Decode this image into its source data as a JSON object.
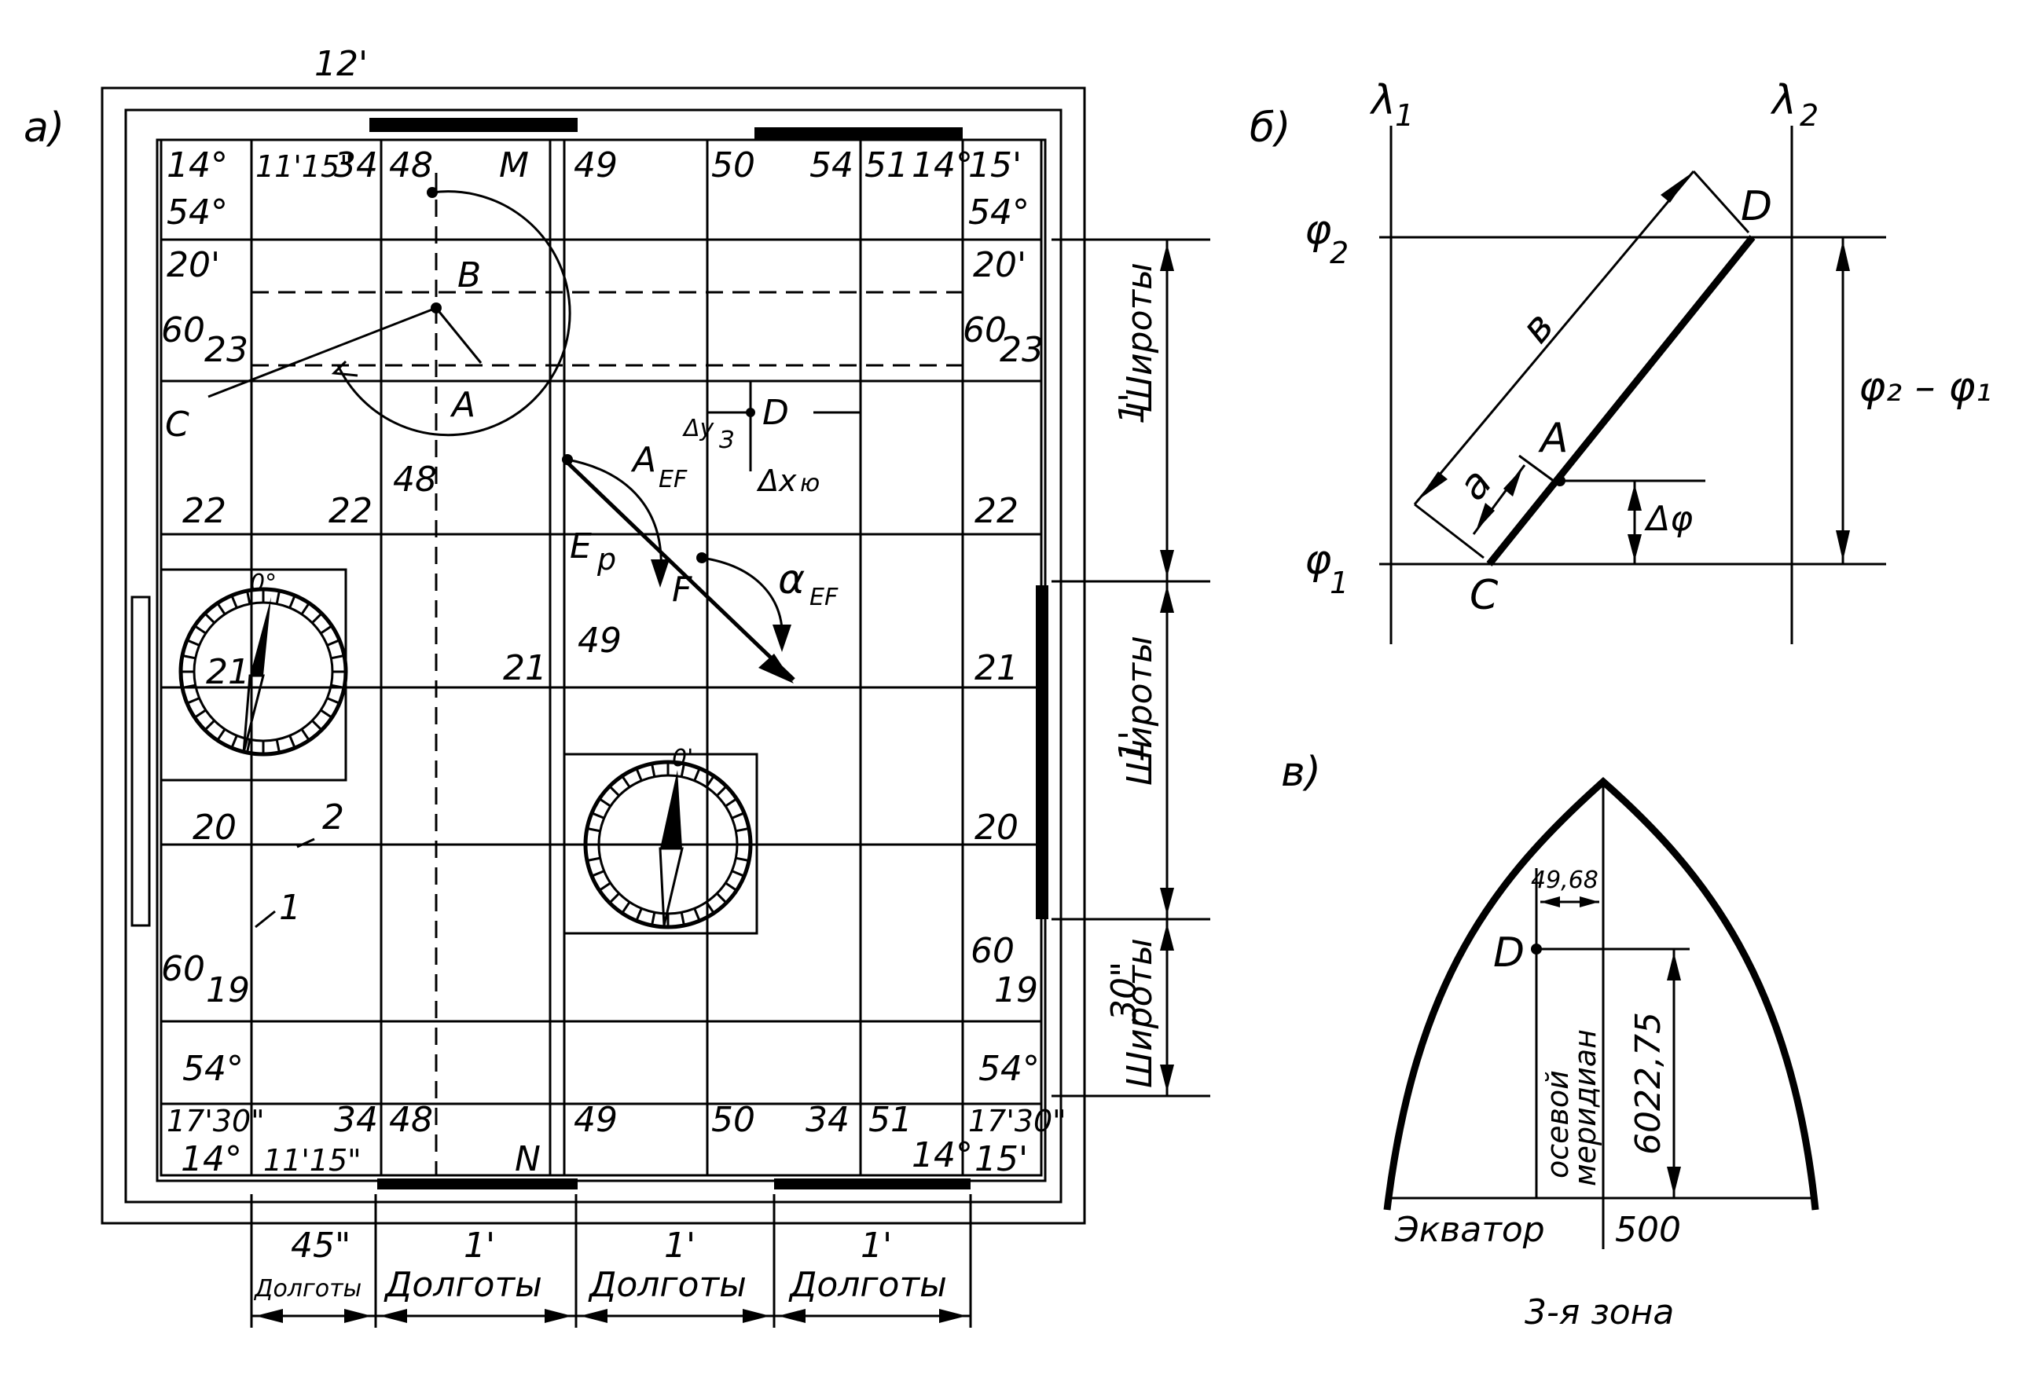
{
  "panel_a": {
    "label": "а)",
    "top_minute": "12'",
    "corner_tl": [
      "14°",
      "54°"
    ],
    "corner_tr": [
      "15'",
      "54°"
    ],
    "corner_bl": [
      "17'30\"",
      "14°"
    ],
    "corner_br": [
      "17'30\"",
      "15'"
    ],
    "top_row": [
      "11'15\"",
      "34",
      "48",
      "M",
      "49",
      "50",
      "54",
      "51",
      "14°"
    ],
    "bottom_row": [
      "11'15\"",
      "34",
      "48",
      "N",
      "49",
      "50",
      "34",
      "51",
      "14°"
    ],
    "left_col": [
      "20'",
      "60",
      "23",
      "22",
      "21",
      "20",
      "60",
      "19",
      "54°"
    ],
    "right_col": [
      "20'",
      "60",
      "23",
      "22",
      "21",
      "20",
      "60",
      "19",
      "54°"
    ],
    "inner_labels": {
      "B": "B",
      "A": "A",
      "C": "C",
      "D": "D",
      "F": "F",
      "n48": "48",
      "n22": "22",
      "n21": "21",
      "n49": "49",
      "dy": "Δy",
      "dy_sub": "З",
      "dx": "Δx",
      "dx_sub": "ю",
      "aef": "A",
      "aef_sub": "EF",
      "ep": "E",
      "ep_sub": "р",
      "alpha": "α",
      "alpha_sub": "EF",
      "one": "1",
      "two": "2",
      "zero": "0°",
      "zero2": "0'"
    },
    "right_scale": [
      {
        "top": "1'",
        "bottom": "Широты"
      },
      {
        "top": "1'",
        "bottom": "Широты"
      },
      {
        "top": "30\"",
        "bottom": "Широты"
      }
    ],
    "bottom_scale": [
      {
        "top": "45\"",
        "bottom": "Долготы"
      },
      {
        "top": "1'",
        "bottom": "Долготы"
      },
      {
        "top": "1'",
        "bottom": "Долготы"
      },
      {
        "top": "1'",
        "bottom": "Долготы"
      }
    ]
  },
  "panel_b": {
    "label": "б)",
    "lambda1": "λ",
    "lambda1_sub": "1",
    "lambda2": "λ",
    "lambda2_sub": "2",
    "phi2": "φ",
    "phi2_sub": "2",
    "phi1": "φ",
    "phi1_sub": "1",
    "D": "D",
    "A": "A",
    "C": "C",
    "len_b": "в",
    "len_a": "а",
    "dphi": "Δφ",
    "diff": "φ₂ – φ₁"
  },
  "panel_v": {
    "label": "в)",
    "offset": "49,68",
    "D": "D",
    "meridian": [
      "осевой",
      "меридиан"
    ],
    "northing": "6022,75",
    "equator": "Экватор",
    "easting": "500",
    "caption": "3-я зона"
  }
}
